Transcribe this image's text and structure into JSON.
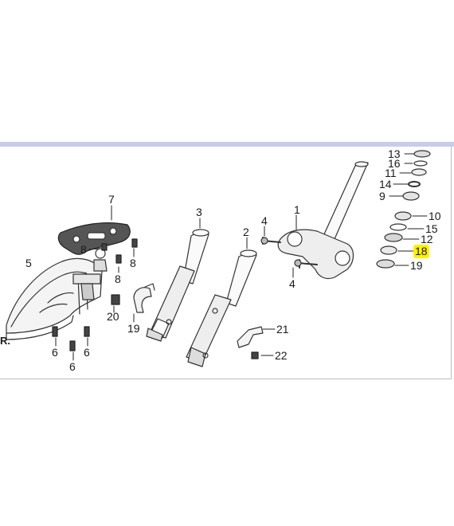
{
  "diagram": {
    "highlight_color": "#fff200",
    "callouts": {
      "c1": "1",
      "c2": "2",
      "c3": "3",
      "c4a": "4",
      "c4b": "4",
      "c5": "5",
      "c6a": "6",
      "c6b": "6",
      "c6c": "6",
      "c7": "7",
      "c8a": "8",
      "c8b": "8",
      "c8c": "8",
      "c9": "9",
      "c10": "10",
      "c11": "11",
      "c12": "12",
      "c13": "13",
      "c14": "14",
      "c15": "15",
      "c16": "16",
      "c18": "18",
      "c19a": "19",
      "c19b": "19",
      "c20": "20",
      "c21": "21",
      "c22": "22"
    },
    "edge_text": "R."
  }
}
